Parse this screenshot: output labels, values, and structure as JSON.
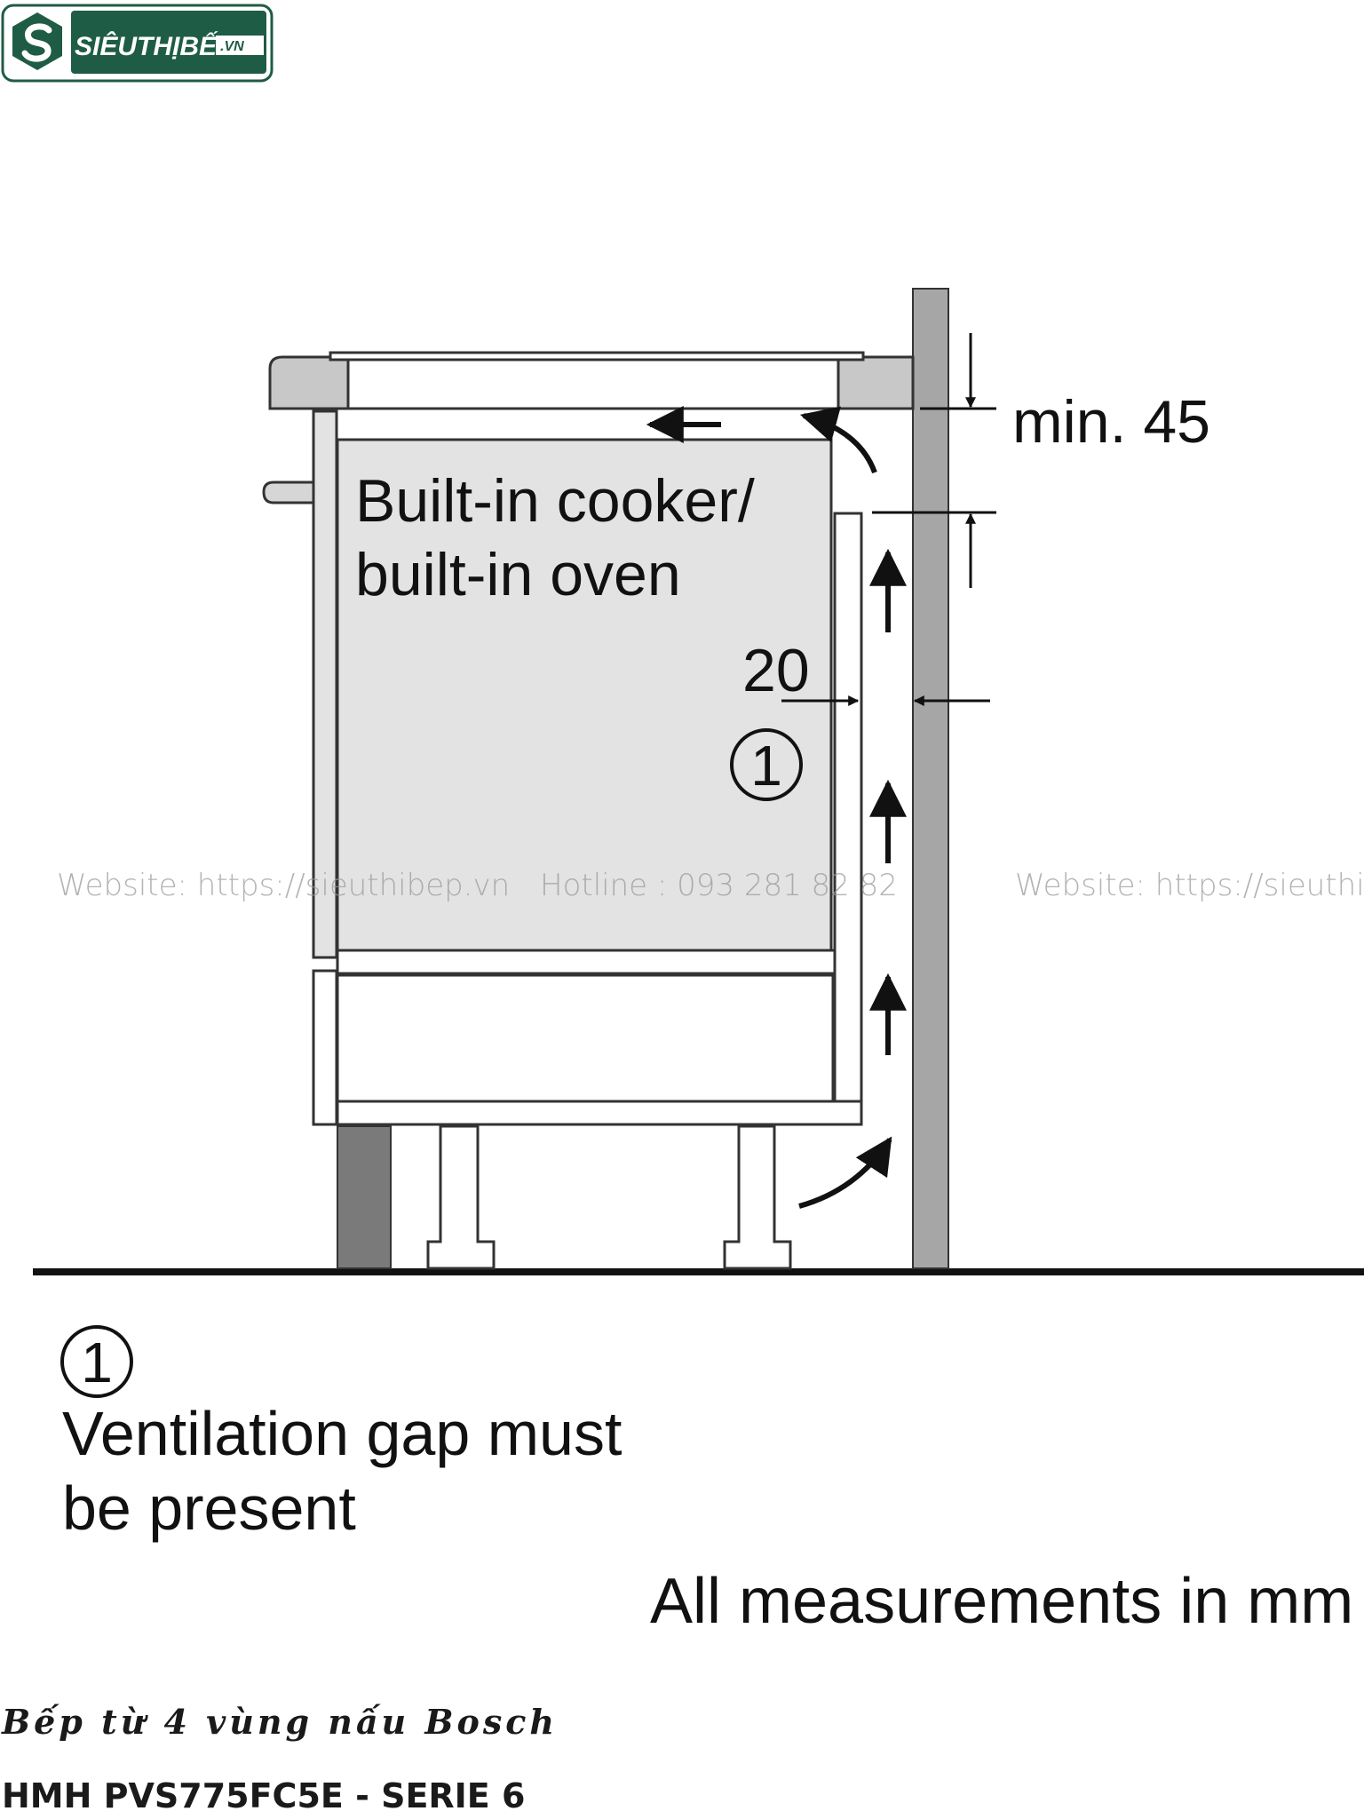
{
  "logo": {
    "brand": "SIÊUTHỊBẾP",
    "domain": ".VN",
    "color": "#1f5c45"
  },
  "diagram": {
    "cabinet_label_line1": "Built-in cooker/",
    "cabinet_label_line2": "built-in oven",
    "gap_measure": "20",
    "top_measure": "min. 45",
    "callout_number": "1",
    "note_number": "1",
    "note_line1": "Ventilation gap must",
    "note_line2": "be present",
    "units_note": "All measurements in mm",
    "colors": {
      "cabinet_fill": "#e3e3e3",
      "wall_fill": "#a6a6a6",
      "plinth_fill": "#7a7a7a",
      "counter_fill": "#c8c8c8"
    }
  },
  "watermark": {
    "website_left": "Website: https://sieuthibep.vn",
    "hotline": "Hotline : 093 281 82 82",
    "website_right": "Website: https://sieuthibe"
  },
  "caption": {
    "line1": "Bếp từ 4 vùng nấu Bosch",
    "line2": "HMH PVS775FC5E - SERIE 6"
  }
}
